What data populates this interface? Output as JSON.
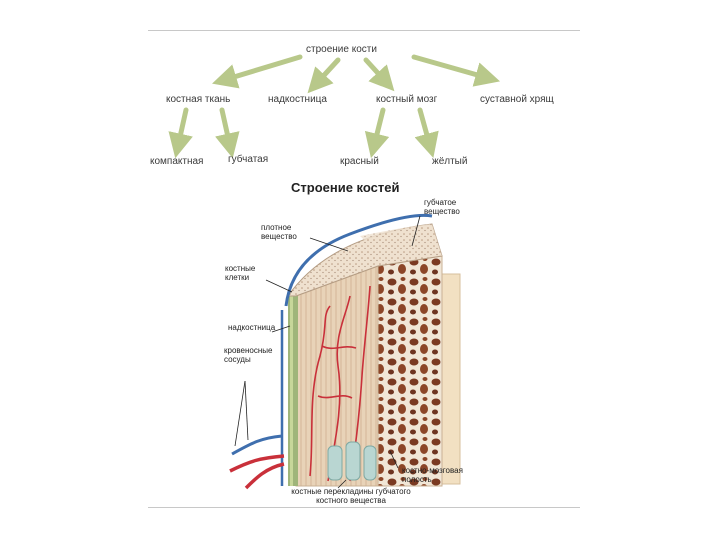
{
  "scheme": {
    "root": "строение кости",
    "level1": [
      "костная ткань",
      "надкостница",
      "костный мозг",
      "суставной хрящ"
    ],
    "level2": [
      "компактная",
      "губчатая",
      "красный",
      "жёлтый"
    ]
  },
  "figure": {
    "title": "Строение костей",
    "labels": {
      "spongy": "губчатое вещество",
      "compact": "плотное вещество",
      "cells": "костные клетки",
      "periosteum": "надкостница",
      "vessels": "кровеносные сосуды",
      "marrow_cavity": "костно-мозговая полость",
      "trabeculae": "костные перекладины губчатого костного вещества"
    },
    "colors": {
      "arrow": "#b8c88a",
      "vessel_blue": "#3f6fae",
      "vessel_red": "#c9303a",
      "bone_tan": "#e8d3b8",
      "spongy_dark": "#7a3a22"
    }
  }
}
